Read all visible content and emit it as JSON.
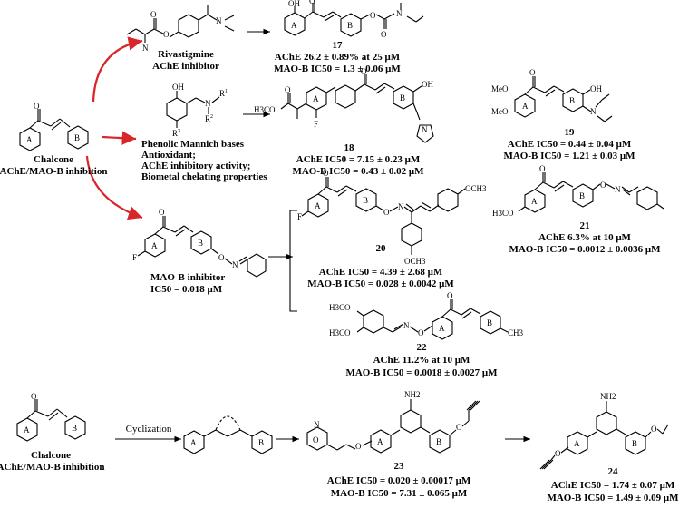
{
  "colors": {
    "accent_arrow": "#d9262a",
    "ink": "#000000"
  },
  "top": {
    "chalcone": {
      "name": "Chalcone",
      "subtitle": "AChE/MAO-B inhibition",
      "ring_a": "A",
      "ring_b": "B",
      "oxygen": "O"
    },
    "rivastigmine": {
      "name": "Rivastigmine",
      "subtitle": "AChE inhibitor"
    },
    "mannich": {
      "lines": [
        "Phenolic Mannich bases",
        "Antioxidant;",
        "AChE inhibitory activity;",
        "Biometal chelating properties"
      ],
      "oh": "OH",
      "n": "N",
      "r1": "R",
      "r1_sup": "1",
      "r2": "R",
      "r2_sup": "2",
      "r3": "R",
      "r3_sup": "3"
    },
    "maob": {
      "name": "MAO-B inhibitor",
      "ic50": "IC50 = 0.018 μM"
    },
    "c17": {
      "id": "17",
      "ache": "AChE 26.2 ± 0.89% at 25 μM",
      "maob": "MAO-B IC50 = 1.3 ± 0.06 μM"
    },
    "c18": {
      "id": "18",
      "ache": "AChE IC50 = 7.15 ± 0.23 μM",
      "maob": "MAO-B IC50 = 0.43 ± 0.02 μM"
    },
    "c19": {
      "id": "19",
      "ache": "AChE IC50 = 0.44 ± 0.04  μM",
      "maob": "MAO-B IC50 = 1.21 ± 0.03 μM"
    },
    "c20": {
      "id": "20",
      "ache": "AChE IC50 = 4.39 ± 2.68  μM",
      "maob": "MAO-B IC50 = 0.028 ± 0.0042 μM"
    },
    "c21": {
      "id": "21",
      "ache": "AChE 6.3% at 10 μM",
      "maob": "MAO-B IC50 = 0.0012 ± 0.0036 μM"
    },
    "c22": {
      "id": "22",
      "ache": "AChE 11.2% at 10 μM",
      "maob": "MAO-B IC50 = 0.0018 ± 0.0027 μM"
    }
  },
  "atoms": {
    "oh": "OH",
    "f": "F",
    "o": "O",
    "n": "N",
    "h3co": "H3CO",
    "meo": "MeO",
    "och3": "OCH3",
    "ch3": "CH3",
    "nh2": "NH2",
    "a": "A",
    "b": "B"
  },
  "bottom": {
    "chalcone": {
      "name": "Chalcone",
      "subtitle": "AChE/MAO-B inhibition"
    },
    "cyclization": "Cyclization",
    "c23": {
      "id": "23",
      "ache": "AChE IC50 = 0.020 ± 0.00017 μM",
      "maob": "MAO-B IC50 = 7.31 ± 0.065 μM"
    },
    "c24": {
      "id": "24",
      "ache": "AChE IC50 = 1.74 ± 0.07 μM",
      "maob": "MAO-B IC50 = 1.49 ± 0.09 μM"
    }
  }
}
